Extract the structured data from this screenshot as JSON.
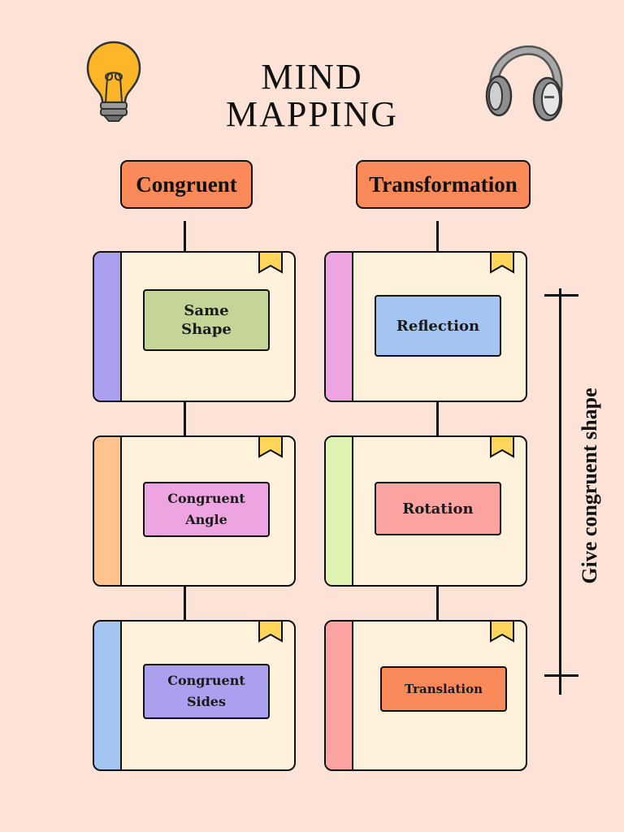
{
  "title": {
    "line1": "MIND",
    "line2": "MAPPING"
  },
  "icons": {
    "left": "lightbulb-icon",
    "right": "headphones-icon"
  },
  "columns": [
    {
      "header": "Congruent",
      "items": [
        {
          "line1": "Same",
          "line2": "Shape",
          "label_color": "#c4d597",
          "spine_color": "#ab9ff0"
        },
        {
          "line1": "Congruent",
          "line2": "Angle",
          "label_color": "#eda4e1",
          "spine_color": "#ffc38e"
        },
        {
          "line1": "Congruent",
          "line2": "Sides",
          "label_color": "#ab9ff0",
          "spine_color": "#a4c5f2"
        }
      ]
    },
    {
      "header": "Transformation",
      "items": [
        {
          "line1": "Reflection",
          "line2": "",
          "label_color": "#a4c5f2",
          "spine_color": "#eda4e1"
        },
        {
          "line1": "Rotation",
          "line2": "",
          "label_color": "#fba3a1",
          "spine_color": "#dff3b1"
        },
        {
          "line1": "Translation",
          "line2": "",
          "label_color": "#fa8a5a",
          "spine_color": "#fba3a1"
        }
      ]
    }
  ],
  "side_note": "Give congruent shape",
  "colors": {
    "background": "#fde3d7",
    "header_fill": "#fa8a5a",
    "card_fill": "#fff2dd",
    "bookmark": "#ffd65a"
  }
}
